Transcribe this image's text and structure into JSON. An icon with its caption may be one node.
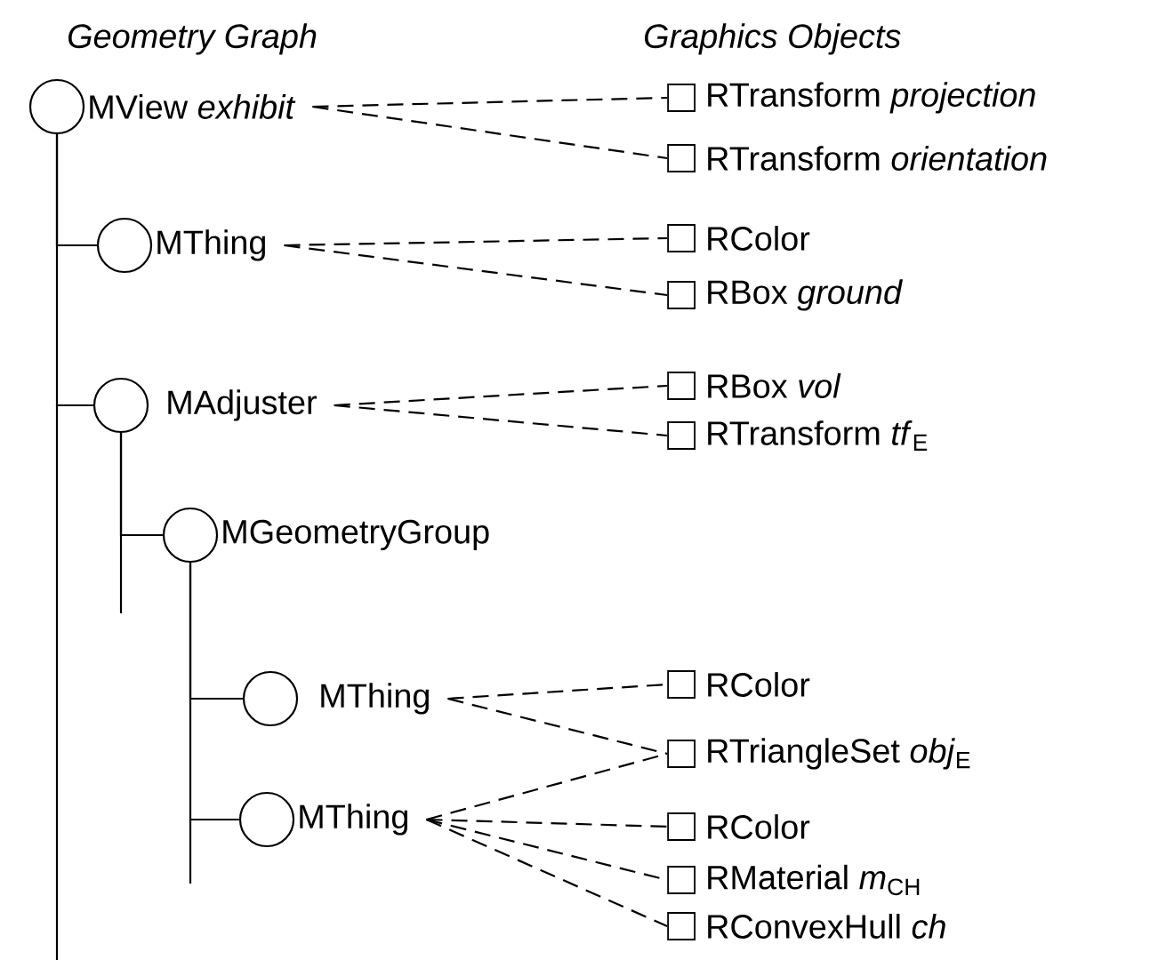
{
  "diagram": {
    "nodes": [
      {
        "text": [
          "MView *exhibit*"
        ]
      },
      {
        "text": [
          "MThing"
        ]
      },
      {
        "text": [
          "MAdjuster"
        ]
      },
      {
        "text": [
          "MGeometryGroup"
        ]
      },
      {
        "text": [
          "MThing"
        ]
      },
      {
        "text": [
          "MThing"
        ]
      },
      {
        "text": [
          "RTransform *projection*"
        ]
      },
      {
        "text": [
          "RTransform *orientation*"
        ]
      },
      {
        "text": [
          "RColor"
        ]
      },
      {
        "text": [
          "RBox *ground*"
        ]
      },
      {
        "text": [
          "RBox *vol*"
        ]
      },
      {
        "text": [
          "RTransform *tf*$_{E}$"
        ]
      },
      {
        "text": [
          "RColor"
        ]
      },
      {
        "text": [
          "RTriangleSet *obj*$_{E}$"
        ]
      },
      {
        "text": [
          "RColor"
        ]
      },
      {
        "text": [
          "RMaterial *m*$_{CH}$"
        ]
      },
      {
        "text": [
          "RConvexHull *ch*"
        ]
      }
    ],
    "edges": [
      {
        "from": 0,
        "to": 1,
        "arrow": "none"
      },
      {
        "from": 0,
        "to": 2,
        "arrow": "none"
      },
      {
        "from": 2,
        "to": 3,
        "arrow": "none"
      },
      {
        "from": 3,
        "to": 4,
        "arrow": "none"
      },
      {
        "from": 3,
        "to": 5,
        "arrow": "none"
      },
      {
        "from": 0,
        "to": 6,
        "arrow": "none",
        "style": "dashed"
      },
      {
        "from": 0,
        "to": 7,
        "arrow": "none",
        "style": "dashed"
      },
      {
        "from": 1,
        "to": 8,
        "arrow": "none",
        "style": "dashed"
      },
      {
        "from": 1,
        "to": 9,
        "arrow": "none",
        "style": "dashed"
      },
      {
        "from": 2,
        "to": 10,
        "arrow": "none",
        "style": "dashed"
      },
      {
        "from": 2,
        "to": 11,
        "arrow": "none",
        "style": "dashed"
      },
      {
        "from": 4,
        "to": 12,
        "arrow": "none",
        "style": "dashed"
      },
      {
        "from": 4,
        "to": 13,
        "arrow": "none",
        "style": "dashed"
      },
      {
        "from": 5,
        "to": 13,
        "arrow": "none",
        "style": "dashed"
      },
      {
        "from": 5,
        "to": 14,
        "arrow": "none",
        "style": "dashed"
      },
      {
        "from": 5,
        "to": 15,
        "arrow": "none",
        "style": "dashed"
      },
      {
        "from": 5,
        "to": 16,
        "arrow": "none",
        "style": "dashed"
      }
    ],
    "labels": [
      "Geometry Graph",
      "Graphics Objects"
    ]
  }
}
